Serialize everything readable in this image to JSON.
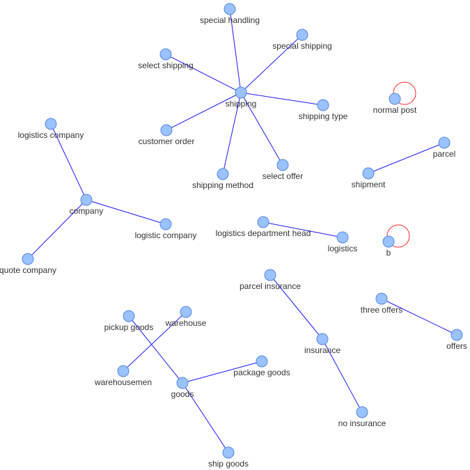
{
  "graph": {
    "nodes": [
      {
        "id": "special_handling",
        "label": "special handling"
      },
      {
        "id": "special_shipping",
        "label": "special shipping"
      },
      {
        "id": "select_shipping",
        "label": "select shipping"
      },
      {
        "id": "shipping",
        "label": "shipping"
      },
      {
        "id": "shipping_type",
        "label": "shipping type"
      },
      {
        "id": "customer_order",
        "label": "customer order"
      },
      {
        "id": "select_offer",
        "label": "select offer"
      },
      {
        "id": "shipping_method",
        "label": "shipping method"
      },
      {
        "id": "normal_post",
        "label": "normal post"
      },
      {
        "id": "parcel",
        "label": "parcel"
      },
      {
        "id": "shipment",
        "label": "shipment"
      },
      {
        "id": "logistics_company",
        "label": "logistics company"
      },
      {
        "id": "company",
        "label": "company"
      },
      {
        "id": "logistic_company",
        "label": "logistic company"
      },
      {
        "id": "quote_company",
        "label": "quote company"
      },
      {
        "id": "logistics_department_head",
        "label": "logistics department head"
      },
      {
        "id": "logistics",
        "label": "logistics"
      },
      {
        "id": "b",
        "label": "b"
      },
      {
        "id": "parcel_insurance",
        "label": "parcel insurance"
      },
      {
        "id": "insurance",
        "label": "insurance"
      },
      {
        "id": "no_insurance",
        "label": "no insurance"
      },
      {
        "id": "three_offers",
        "label": "three offers"
      },
      {
        "id": "offers",
        "label": "offers"
      },
      {
        "id": "pickup_goods",
        "label": "pickup goods"
      },
      {
        "id": "warehouse",
        "label": "warehouse"
      },
      {
        "id": "warehousemen",
        "label": "warehousemen"
      },
      {
        "id": "goods",
        "label": "goods"
      },
      {
        "id": "package_goods",
        "label": "package goods"
      },
      {
        "id": "ship_goods",
        "label": "ship goods"
      }
    ],
    "edges": [
      {
        "from": "shipping",
        "to": "special_handling"
      },
      {
        "from": "shipping",
        "to": "special_shipping"
      },
      {
        "from": "shipping",
        "to": "select_shipping"
      },
      {
        "from": "shipping",
        "to": "shipping_type"
      },
      {
        "from": "shipping",
        "to": "customer_order"
      },
      {
        "from": "shipping",
        "to": "select_offer"
      },
      {
        "from": "shipping",
        "to": "shipping_method"
      },
      {
        "from": "normal_post",
        "to": "normal_post"
      },
      {
        "from": "parcel",
        "to": "shipment"
      },
      {
        "from": "company",
        "to": "logistics_company"
      },
      {
        "from": "company",
        "to": "logistic_company"
      },
      {
        "from": "company",
        "to": "quote_company"
      },
      {
        "from": "logistics_department_head",
        "to": "logistics"
      },
      {
        "from": "b",
        "to": "b"
      },
      {
        "from": "insurance",
        "to": "parcel_insurance"
      },
      {
        "from": "insurance",
        "to": "no_insurance"
      },
      {
        "from": "three_offers",
        "to": "offers"
      },
      {
        "from": "goods",
        "to": "pickup_goods"
      },
      {
        "from": "warehouse",
        "to": "warehousemen"
      },
      {
        "from": "goods",
        "to": "package_goods"
      },
      {
        "from": "goods",
        "to": "ship_goods"
      }
    ]
  }
}
